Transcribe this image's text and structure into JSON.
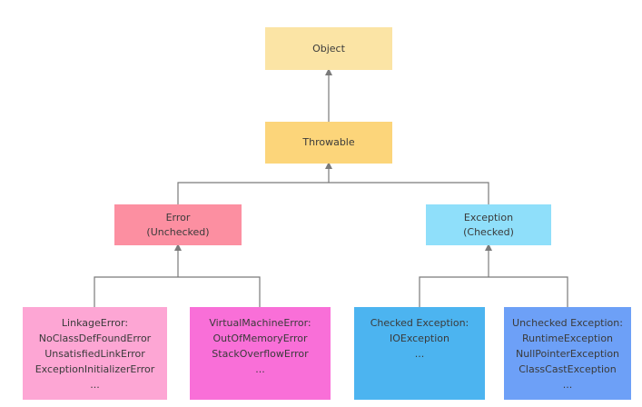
{
  "colors": {
    "object": "#fbe4a5",
    "throwable": "#fcd57a",
    "error": "#fc8fa1",
    "exception": "#8fdffa",
    "linkage_error": "#fda6d4",
    "vm_error": "#f96fd8",
    "checked_exception": "#4cb4f0",
    "unchecked_exception": "#6da0f7",
    "connector": "#7a7a7a"
  },
  "nodes": {
    "object": {
      "lines": [
        "Object"
      ]
    },
    "throwable": {
      "lines": [
        "Throwable"
      ]
    },
    "error": {
      "lines": [
        "Error",
        "(Unchecked)"
      ]
    },
    "exception": {
      "lines": [
        "Exception",
        "(Checked)"
      ]
    },
    "linkage_error": {
      "lines": [
        "LinkageError:",
        "NoClassDefFoundError",
        "UnsatisfiedLinkError",
        "ExceptionInitializerError",
        "..."
      ]
    },
    "vm_error": {
      "lines": [
        "VirtualMachineError:",
        "OutOfMemoryError",
        "StackOverflowError",
        "..."
      ]
    },
    "checked_exception": {
      "lines": [
        "Checked Exception:",
        "IOException",
        "..."
      ]
    },
    "unchecked_exception": {
      "lines": [
        "Unchecked Exception:",
        "RuntimeException",
        "NullPointerException",
        "ClassCastException",
        "..."
      ]
    }
  }
}
